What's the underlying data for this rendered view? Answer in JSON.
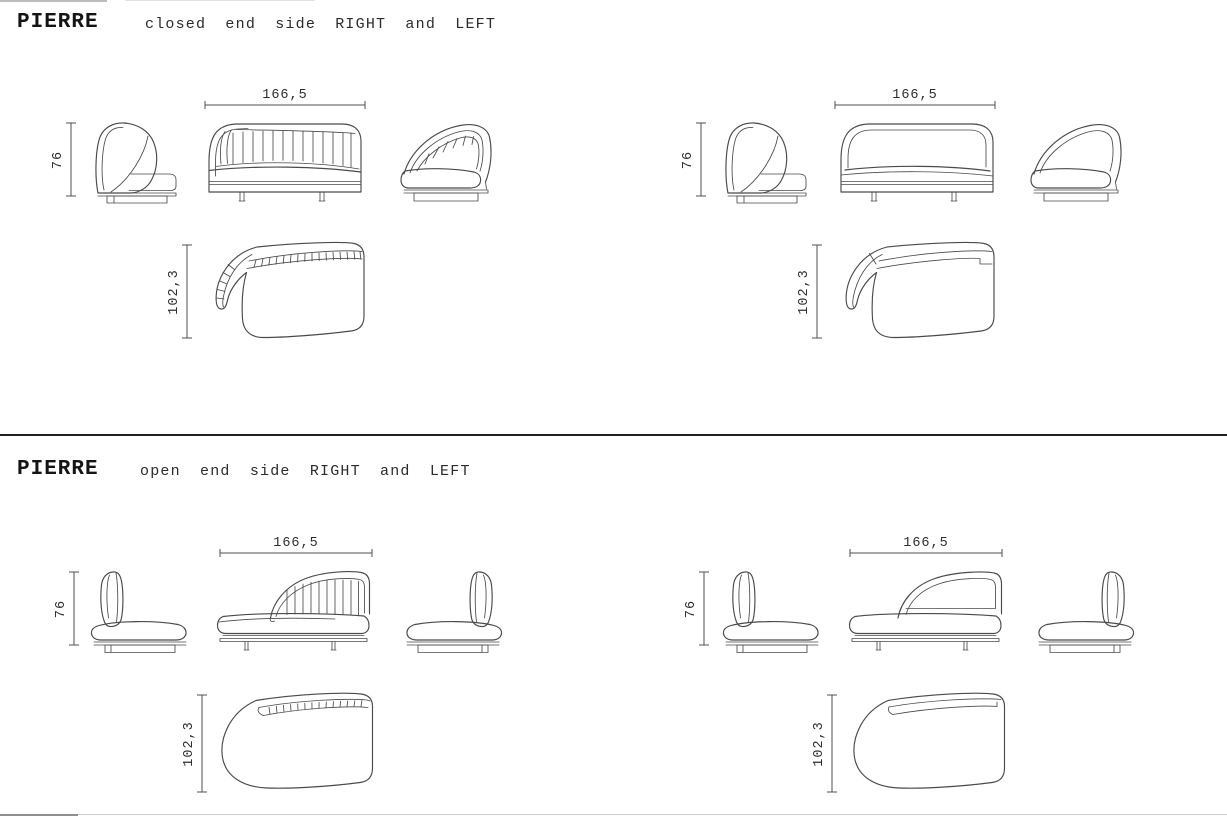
{
  "page": {
    "background": "#ffffff",
    "line_color": "#4a4a4a",
    "divider_color": "#1f1f1f"
  },
  "sections": [
    {
      "product": "PIERRE",
      "variant": "closed end side RIGHT and LEFT",
      "dims": {
        "width": "166,5",
        "height": "76",
        "depth": "102,3"
      }
    },
    {
      "product": "PIERRE",
      "variant": "open end side RIGHT and LEFT",
      "dims": {
        "width": "166,5",
        "height": "76",
        "depth": "102,3"
      }
    }
  ]
}
